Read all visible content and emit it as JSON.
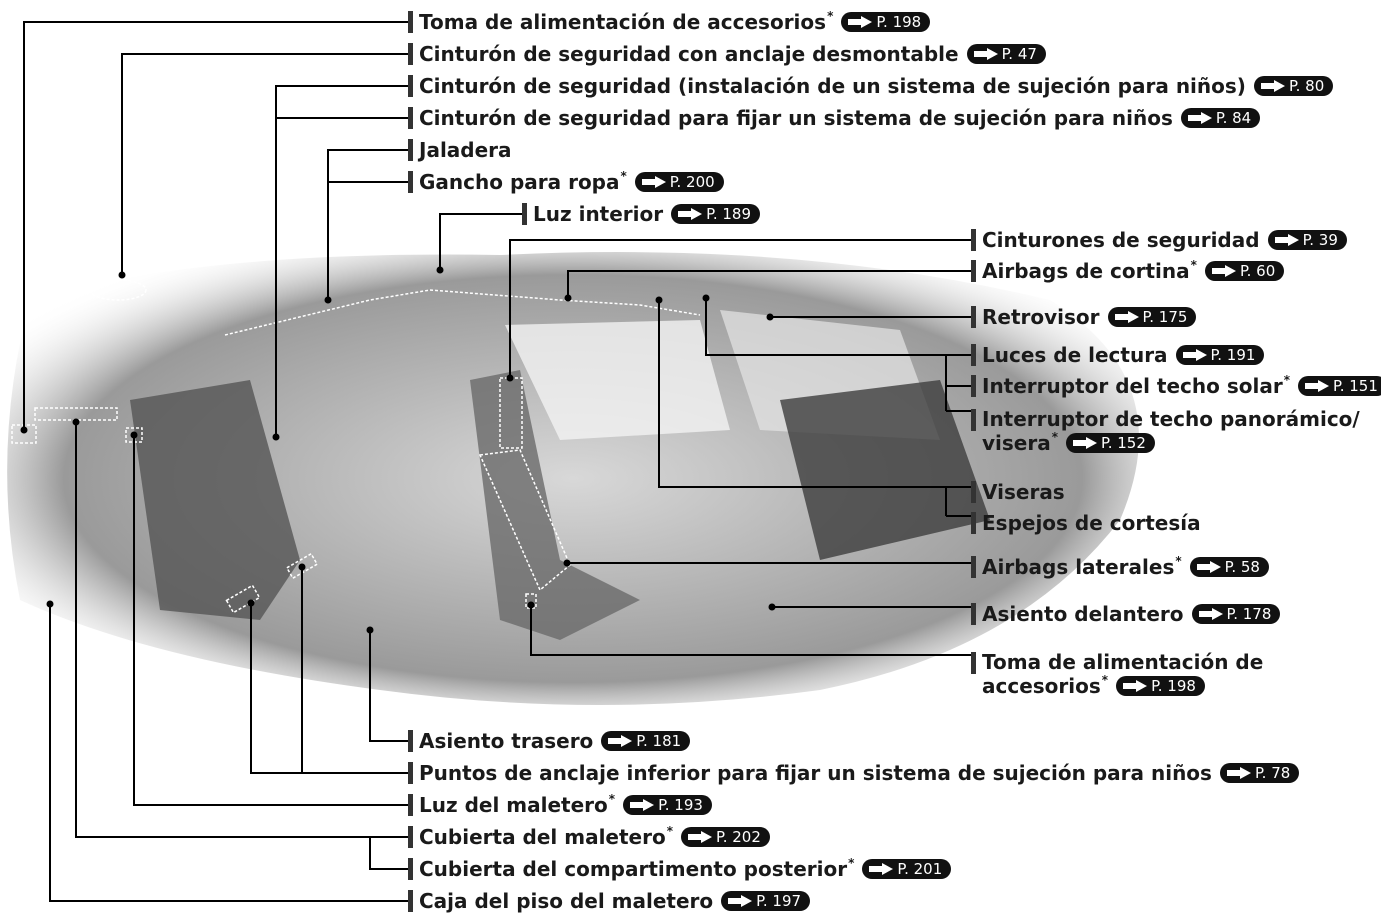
{
  "labels": [
    {
      "text": "Toma de alimentación de accesorios",
      "asterisk": true,
      "page": "P. 198"
    },
    {
      "text": "Cinturón de seguridad con anclaje desmontable",
      "asterisk": false,
      "page": "P. 47"
    },
    {
      "text": "Cinturón de seguridad (instalación de un sistema de sujeción para niños)",
      "asterisk": false,
      "page": "P. 80"
    },
    {
      "text": "Cinturón de seguridad para fijar un sistema de sujeción para niños",
      "asterisk": false,
      "page": "P. 84"
    },
    {
      "text": "Jaladera",
      "asterisk": false,
      "page": ""
    },
    {
      "text": "Gancho para ropa",
      "asterisk": true,
      "page": "P. 200"
    },
    {
      "text": "Luz interior",
      "asterisk": false,
      "page": "P. 189"
    },
    {
      "text": "Cinturones de seguridad",
      "asterisk": false,
      "page": "P. 39"
    },
    {
      "text": "Airbags de cortina",
      "asterisk": true,
      "page": "P. 60"
    },
    {
      "text": "Retrovisor",
      "asterisk": false,
      "page": "P. 175"
    },
    {
      "text": "Luces de lectura",
      "asterisk": false,
      "page": "P. 191"
    },
    {
      "text": "Interruptor del techo solar",
      "asterisk": true,
      "page": "P. 151"
    },
    {
      "text": "Interruptor de techo panorámico/",
      "text2": "visera",
      "asterisk": true,
      "page": "P. 152"
    },
    {
      "text": "Viseras",
      "asterisk": false,
      "page": ""
    },
    {
      "text": "Espejos de cortesía",
      "asterisk": false,
      "page": ""
    },
    {
      "text": "Airbags laterales",
      "asterisk": true,
      "page": "P. 58"
    },
    {
      "text": "Asiento delantero",
      "asterisk": false,
      "page": "P. 178"
    },
    {
      "text": "Toma de alimentación de",
      "text2": "accesorios",
      "asterisk": true,
      "page": "P. 198"
    },
    {
      "text": "Asiento trasero",
      "asterisk": false,
      "page": "P. 181"
    },
    {
      "text": "Puntos de anclaje inferior para fijar un sistema de sujeción para niños",
      "asterisk": false,
      "page": "P. 78"
    },
    {
      "text": "Luz del maletero",
      "asterisk": true,
      "page": "P. 193"
    },
    {
      "text": "Cubierta del maletero",
      "asterisk": true,
      "page": "P. 202"
    },
    {
      "text": "Cubierta del compartimento posterior",
      "asterisk": true,
      "page": "P. 201"
    },
    {
      "text": "Caja del piso del maletero",
      "asterisk": false,
      "page": "P. 197"
    }
  ],
  "asterisk_symbol": "*",
  "colors": {
    "text": "#1a1a1a",
    "badge": "#111111",
    "line": "#000000",
    "interior": "#b9b9b9"
  }
}
